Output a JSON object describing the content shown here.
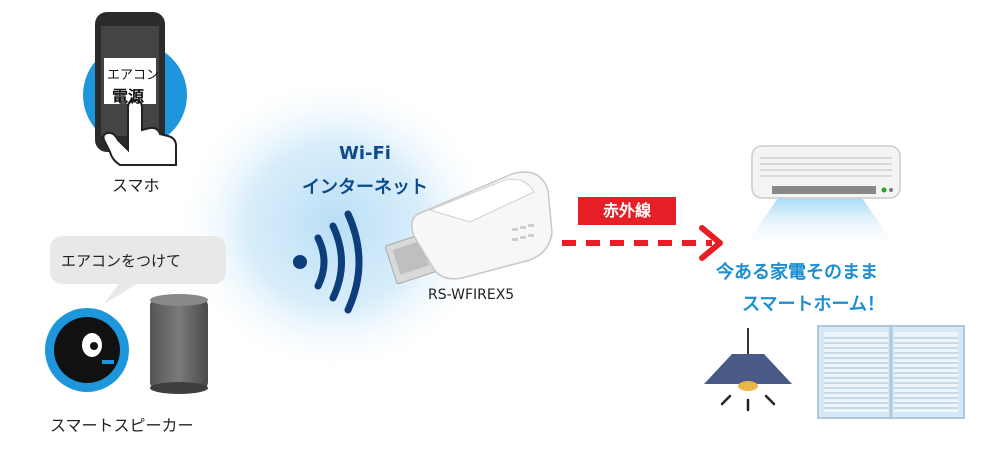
{
  "labels": {
    "smartphone": "スマホ",
    "speaker": "スマートスピーカー",
    "speech": "エアコンをつけて",
    "wifi": "Wi-Fi",
    "internet": "インターネット",
    "device": "RS-WFIREX5",
    "infrared": "赤外線",
    "tagline_line1": "今ある家電そのまま",
    "tagline_line2": "スマートホーム！",
    "screen_line1": "エアコン",
    "screen_line2": "電源"
  },
  "colors": {
    "blue_circle": "#1e96dc",
    "wifi_glow": "#bfe3f7",
    "wifi_text": "#0d4a8a",
    "ir_red": "#e61e26",
    "tagline_blue": "#1b8fd1",
    "arrow_red": "#e61e26",
    "lamp_shade": "#4a5a86",
    "window_frame": "#d6e8f5"
  },
  "icons": [
    "smartphone-icon",
    "hand-icon",
    "smart-speaker-icon",
    "speech-bubble-icon",
    "wifi-signal-icon",
    "wifi-remote-device-icon",
    "air-conditioner-icon",
    "pendant-lamp-icon",
    "blinds-window-icon",
    "dashed-arrow-icon"
  ]
}
